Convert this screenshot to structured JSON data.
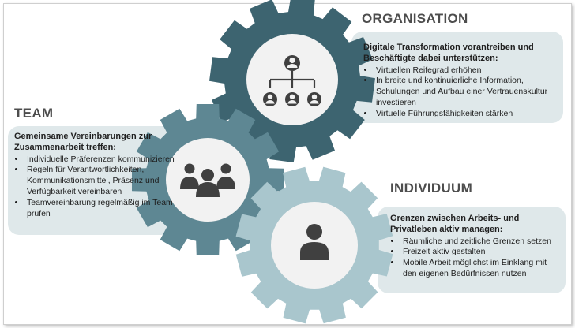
{
  "sections": {
    "organisation": {
      "title": "ORGANISATION",
      "heading": "Digitale Transformation vorantreiben und Beschäftigte dabei unterstützen:",
      "bullets": [
        "Virtuellen Reifegrad erhöhen",
        "In breite und kontinuierliche Information, Schulungen und Aufbau einer Vertrauenskultur investieren",
        "Virtuelle Führungsfähigkeiten stärken"
      ],
      "color": "#3d6470",
      "icon": "org-chart-icon"
    },
    "team": {
      "title": "TEAM",
      "heading": "Gemeinsame Vereinbarungen zur Zusammenarbeit treffen:",
      "bullets": [
        "Individuelle Präferenzen kommunizieren",
        "Regeln für Verantwortlichkeiten, Kommunikationsmittel, Präsenz und Verfügbarkeit vereinbaren",
        "Teamvereinbarung regelmäßig im Team prüfen"
      ],
      "color": "#5e8793",
      "icon": "group-icon"
    },
    "individuum": {
      "title": "INDIVIDUUM",
      "heading": "Grenzen zwischen Arbeits- und Privatleben aktiv managen:",
      "bullets": [
        "Räumliche und zeitliche Grenzen setzen",
        "Freizeit aktiv gestalten",
        "Mobile Arbeit möglichst im Einklang mit den eigenen Bedürfnissen nutzen"
      ],
      "color": "#a9c6cd",
      "icon": "person-icon"
    }
  },
  "colors": {
    "card_background": "#dfe8ea",
    "gear_center": "#f2f2f2",
    "icon_fill": "#404040"
  }
}
